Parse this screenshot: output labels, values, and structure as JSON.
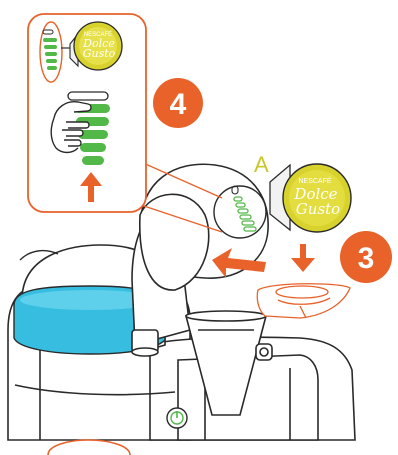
{
  "steps": {
    "step4": "4",
    "step3": "3"
  },
  "labels": {
    "a": "A"
  },
  "capsule": {
    "brand_top": "NESCAFÉ",
    "brand_line1": "Dolce",
    "brand_line2": "Gusto"
  },
  "colors": {
    "accent_orange": "#e8622a",
    "level_green": "#52b848",
    "water_blue": "#36bde0",
    "capsule_yellow": "#d8d22c",
    "label_yellow": "#c7c72a",
    "outline": "#2a2a2a"
  },
  "icons": {
    "hand": "hand-pointer-icon",
    "power": "power-icon",
    "arrow_up": "arrow-up-icon",
    "arrow_down": "arrow-down-icon",
    "arrow_left": "arrow-left-icon"
  }
}
